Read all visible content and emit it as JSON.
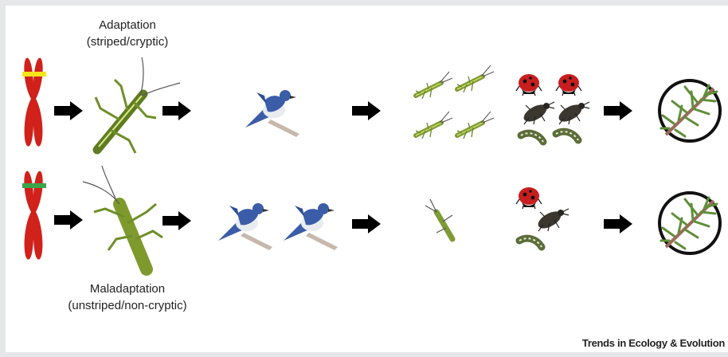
{
  "figure": {
    "adaptation_title": "Adaptation",
    "adaptation_subtitle": "(striped/cryptic)",
    "maladaptation_title": "Maladaptation",
    "maladaptation_subtitle": "(unstriped/non-cryptic)",
    "credit": "Trends in Ecology & Evolution"
  },
  "colors": {
    "chromosome": "#d1211b",
    "adaptive_allele": "#f5e51b",
    "maladaptive_allele": "#3aa54a",
    "stick_insect_striped": "#6f8f2a",
    "stick_insect_plain": "#7f9a2c",
    "jay_blue": "#3b5da8",
    "arrow": "#000000"
  }
}
